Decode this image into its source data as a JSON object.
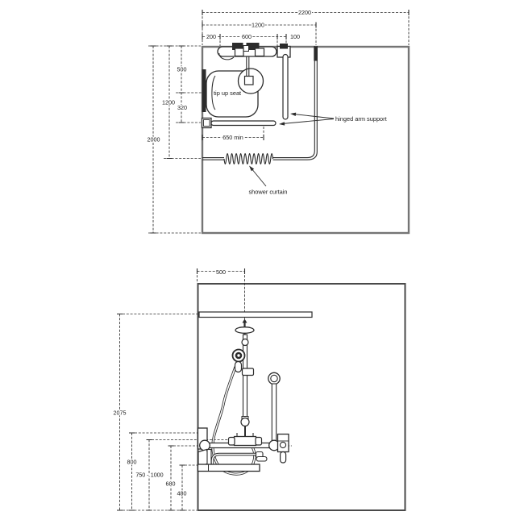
{
  "drawing": {
    "kind": "accessible shower installation dimension drawing",
    "views": [
      "plan",
      "elevation"
    ]
  },
  "plan": {
    "dims": {
      "overall_width": "2200",
      "zone_width": "1200",
      "seg_a": "200",
      "seg_b": "600",
      "seg_c": "100",
      "seat_offset": "500",
      "seat_to_rail": "320",
      "wall_to_curtain": "1200",
      "room_depth": "2000",
      "rail_clear": "650 min"
    },
    "labels": {
      "seat": "tip up seat",
      "arm": "hinged arm support",
      "curtain": "shower curtain"
    }
  },
  "elevation": {
    "dims": {
      "column_offset": "500",
      "rail_height": "2075",
      "plate_height": "800",
      "valve_height_range": "750 - 1000",
      "grab_rail_height": "680",
      "seat_height": "480"
    }
  },
  "colors": {
    "line": "#2b2b2b",
    "wall_plan": "#757575",
    "wall_elevation": "#4a4a4a",
    "background": "#ffffff",
    "text": "#1a1a1a"
  }
}
